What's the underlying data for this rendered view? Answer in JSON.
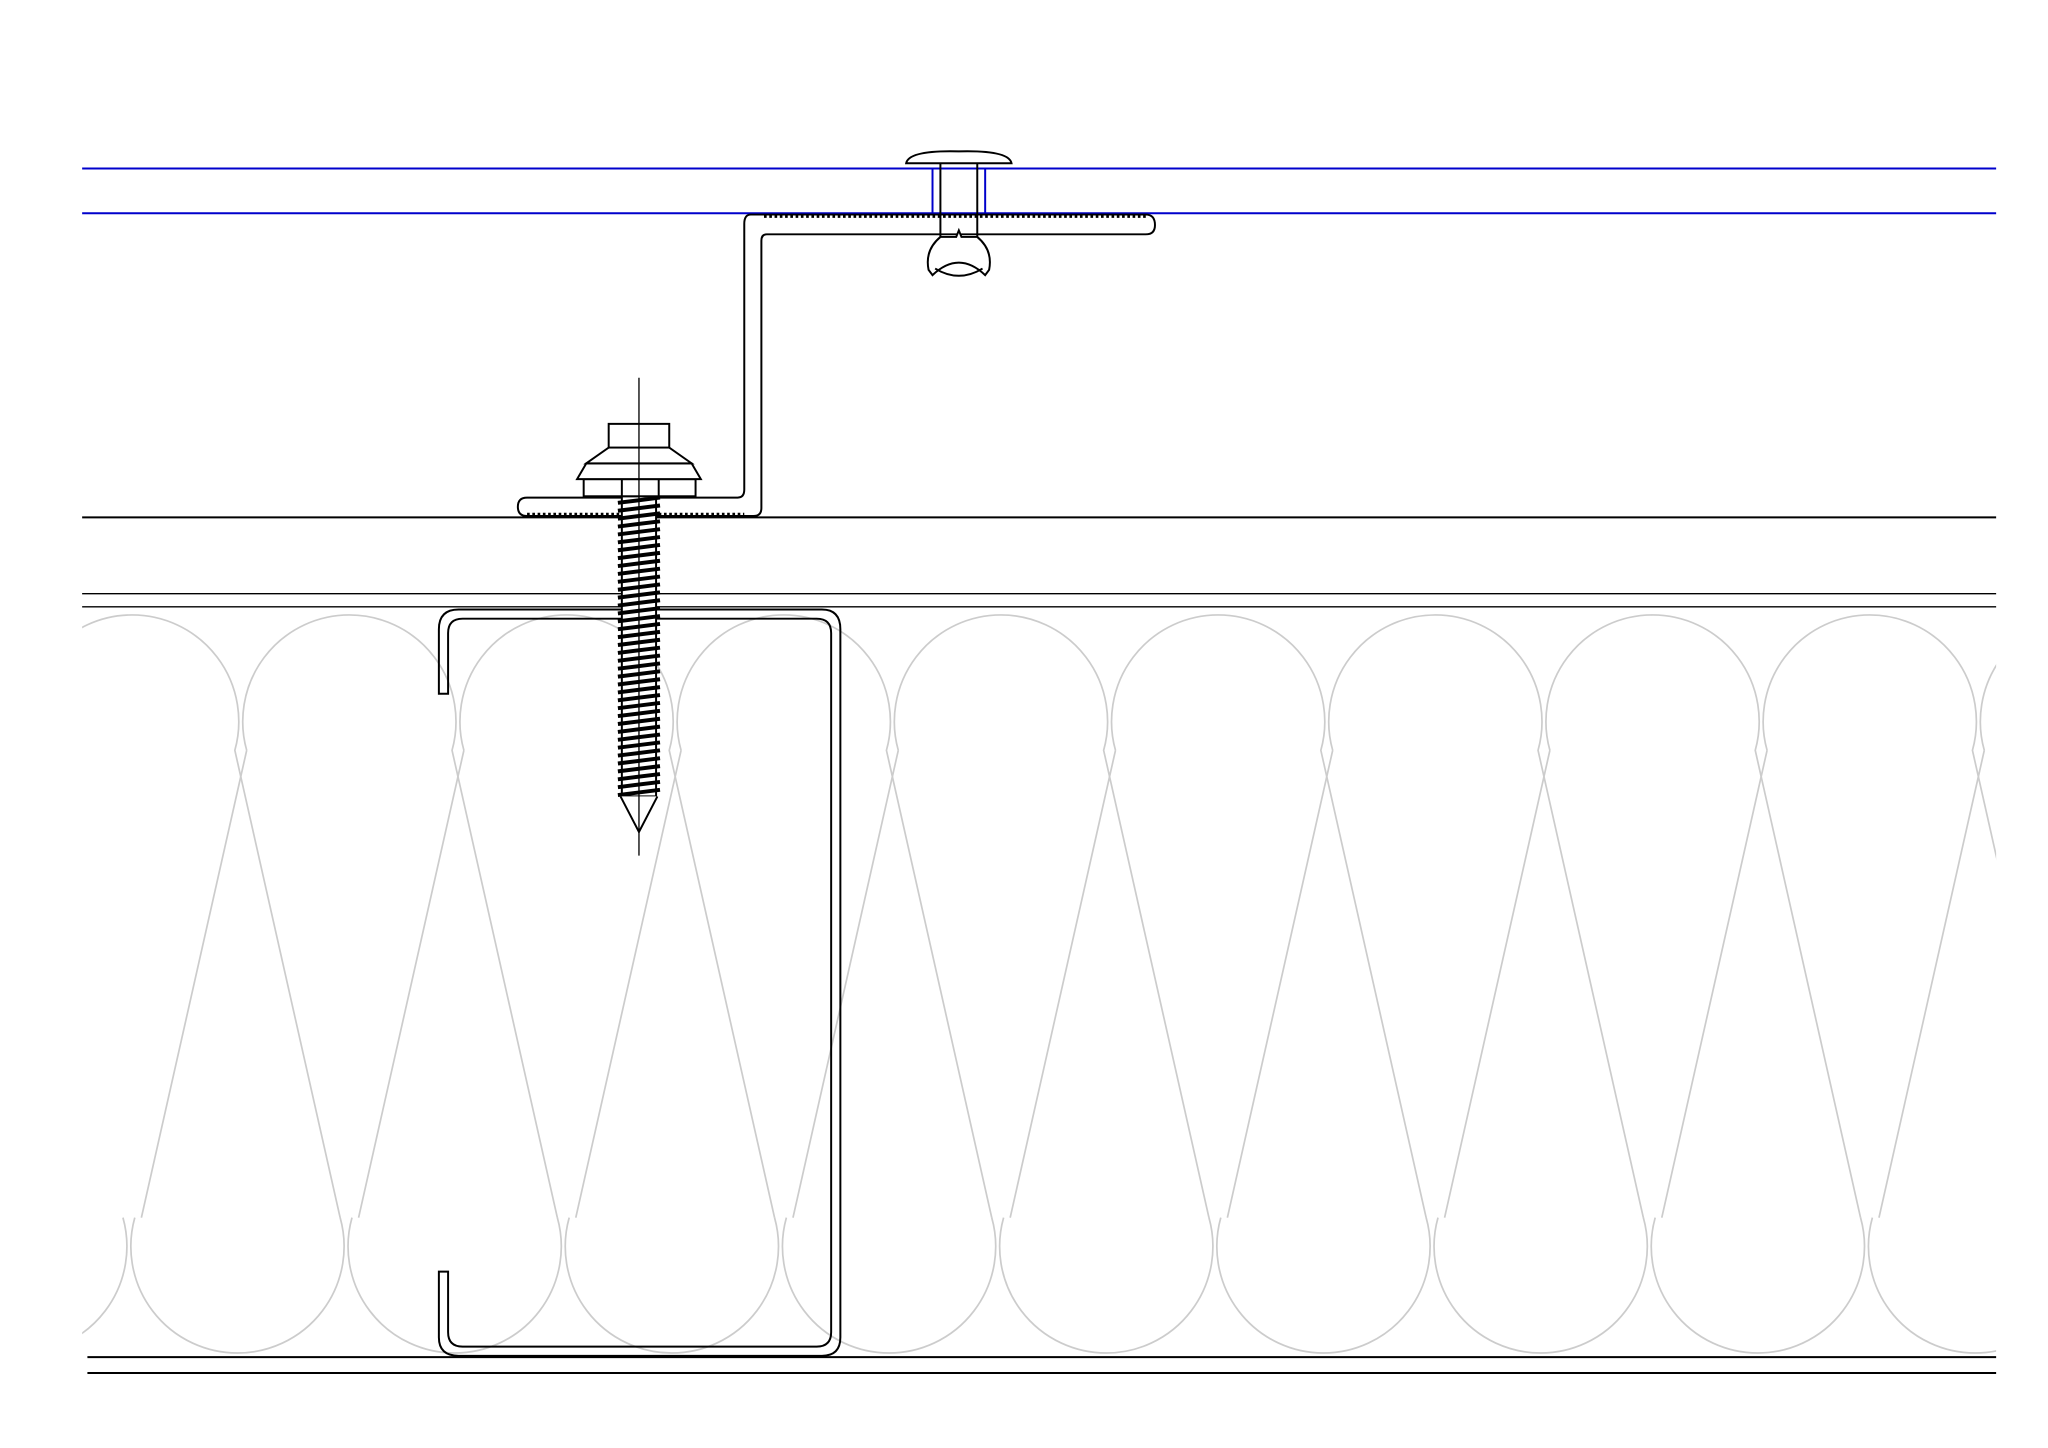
{
  "drawing": {
    "colors": {
      "background": "#ffffff",
      "line": "#000000",
      "sheet_lines": "#0000cc",
      "insulation": "#cccccc"
    },
    "components": [
      "rivet",
      "z-bracket",
      "self-drilling-screw",
      "c-purlin",
      "insulation"
    ]
  }
}
